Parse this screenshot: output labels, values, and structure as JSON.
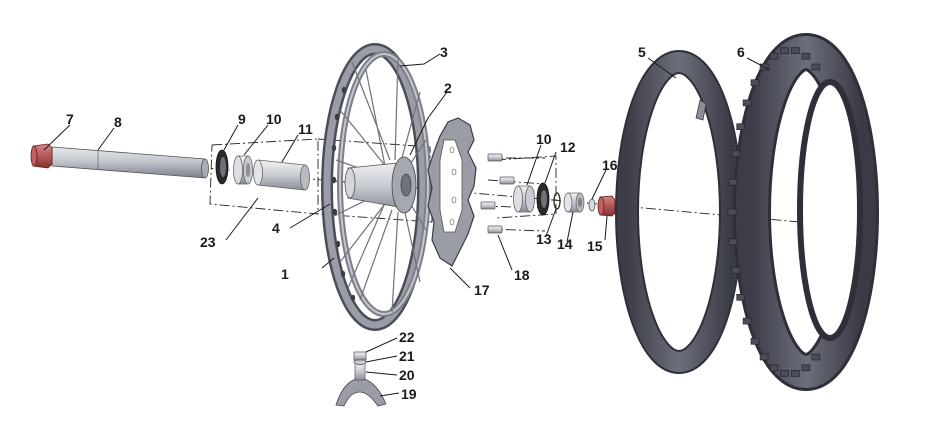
{
  "diagram": {
    "type": "exploded-parts-diagram",
    "callouts": [
      {
        "id": "1",
        "label": "1"
      },
      {
        "id": "2",
        "label": "2"
      },
      {
        "id": "3",
        "label": "3"
      },
      {
        "id": "4",
        "label": "4"
      },
      {
        "id": "5",
        "label": "5"
      },
      {
        "id": "6",
        "label": "6"
      },
      {
        "id": "7",
        "label": "7"
      },
      {
        "id": "8",
        "label": "8"
      },
      {
        "id": "9",
        "label": "9"
      },
      {
        "id": "10a",
        "label": "10"
      },
      {
        "id": "10b",
        "label": "10"
      },
      {
        "id": "11",
        "label": "11"
      },
      {
        "id": "12",
        "label": "12"
      },
      {
        "id": "13",
        "label": "13"
      },
      {
        "id": "14",
        "label": "14"
      },
      {
        "id": "15",
        "label": "15"
      },
      {
        "id": "16",
        "label": "16"
      },
      {
        "id": "17",
        "label": "17"
      },
      {
        "id": "18",
        "label": "18"
      },
      {
        "id": "19",
        "label": "19"
      },
      {
        "id": "20",
        "label": "20"
      },
      {
        "id": "21",
        "label": "21"
      },
      {
        "id": "22",
        "label": "22"
      },
      {
        "id": "23",
        "label": "23"
      }
    ],
    "colors": {
      "line": "#1a1a1a",
      "rim": "#8a8d96",
      "rim_dark": "#4b4e58",
      "tire": "#5c5e6b",
      "tire_dark": "#2e2f38",
      "steel": "#b9bcc4",
      "nut": "#b04a4a",
      "seal": "#2a2a2a"
    }
  }
}
